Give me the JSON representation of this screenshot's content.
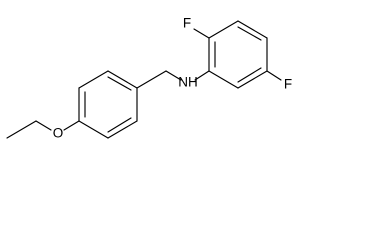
{
  "molecule": {
    "atoms": {
      "o": "O",
      "nh": "NH",
      "f1": "F",
      "f2": "F"
    }
  }
}
